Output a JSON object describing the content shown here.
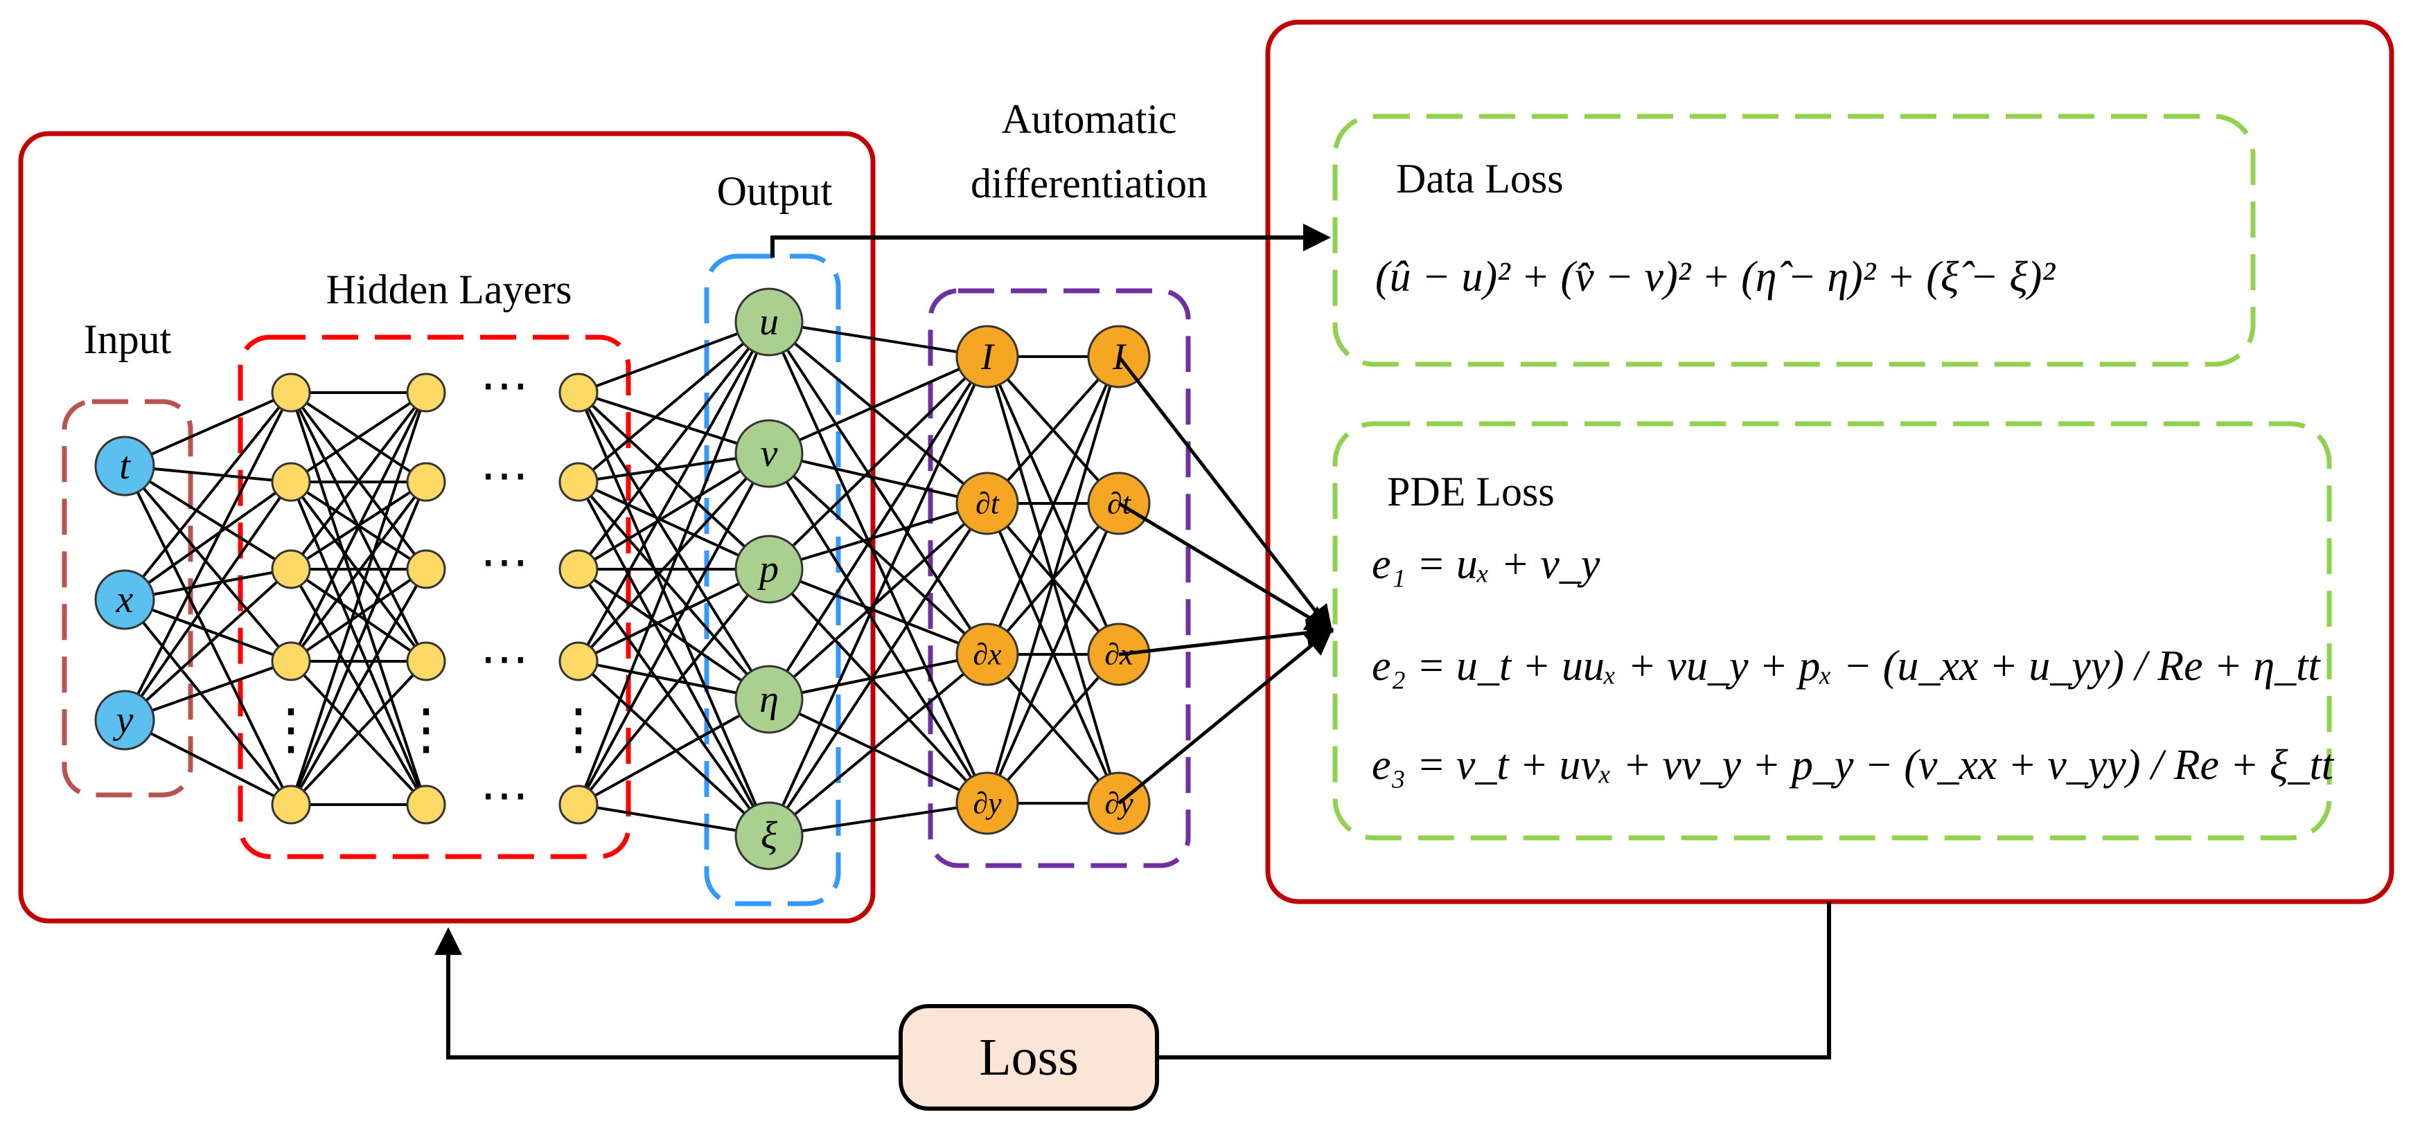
{
  "labels": {
    "input": "Input",
    "hidden_layers": "Hidden Layers",
    "output": "Output",
    "auto_diff_line1": "Automatic",
    "auto_diff_line2": "differentiation",
    "data_loss": "Data Loss",
    "pde_loss": "PDE Loss",
    "loss": "Loss"
  },
  "input_nodes": [
    "t",
    "x",
    "y"
  ],
  "output_nodes": [
    "u",
    "v",
    "p",
    "η",
    "ξ"
  ],
  "operator_nodes": [
    "I",
    "∂t",
    "∂x",
    "∂y"
  ],
  "ellipsis_h": "⋯",
  "ellipsis_v": "⋮",
  "equations": {
    "data_loss": "(û − u)² + (v̂ − v)² + (η̂ − η)² + (ξ̂ − ξ)²",
    "e1": "e₁ = uₓ + v_y",
    "e2": "e₂ = u_t + uuₓ + vu_y + pₓ − (u_xx + u_yy) / Re + η_tt",
    "e3": "e₃ = v_t + uvₓ + vv_y + p_y − (v_xx + v_yy) / Re + ξ_tt"
  },
  "colors": {
    "frame_red": "#c00000",
    "input_box": "#b85450",
    "hidden_box": "#ff0000",
    "output_box": "#3399ff",
    "operator_box": "#7030a0",
    "loss_box": "#92d050",
    "input_node": "#5bc0f0",
    "hidden_node": "#ffd966",
    "output_node": "#a9d08e",
    "operator_node": "#f5a623",
    "loss_pill": "#fbe5d6"
  }
}
